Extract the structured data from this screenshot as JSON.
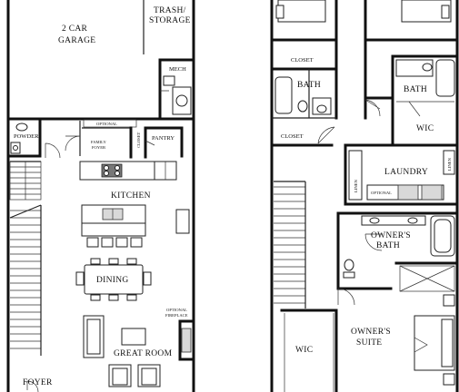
{
  "rooms": {
    "garage_line1": "2 CAR",
    "garage_line2": "GARAGE",
    "trash_line1": "TRASH/",
    "trash_line2": "STORAGE",
    "mech": "MECH",
    "powder": "POWDER",
    "optional_upper": "OPTIONAL",
    "family_line1": "FAMILY",
    "family_line2": "FOYER",
    "closet_vertical": "CLOSET",
    "pantry": "PANTRY",
    "kitchen": "KITCHEN",
    "dining": "DINING",
    "optional_fp_line1": "OPTIONAL",
    "optional_fp_line2": "FIREPLACE",
    "great_room": "GREAT ROOM",
    "foyer": "FOYER",
    "closet_top": "CLOSET",
    "bath_left": "BATH",
    "closet_left": "CLOSET",
    "bath_right": "BATH",
    "wic_right": "WIC",
    "laundry": "LAUNDRY",
    "linen_left": "LINEN",
    "linen_right": "LINEN",
    "optional_laundry": "OPTIONAL",
    "owners_bath_line1": "OWNER'S",
    "owners_bath_line2": "BATH",
    "wic_lower": "WIC",
    "owners_suite_line1": "OWNER'S",
    "owners_suite_line2": "SUITE"
  }
}
